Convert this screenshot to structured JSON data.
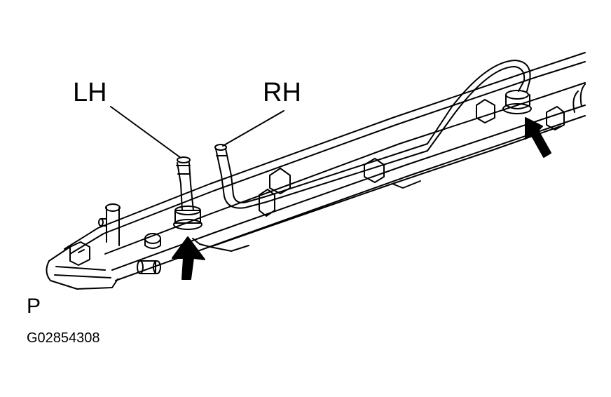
{
  "labels": {
    "left_hand": "LH",
    "right_hand": "RH",
    "view_marker": "P",
    "figure_code": "G02854308"
  },
  "colors": {
    "ink": "#000000",
    "background": "#ffffff"
  }
}
